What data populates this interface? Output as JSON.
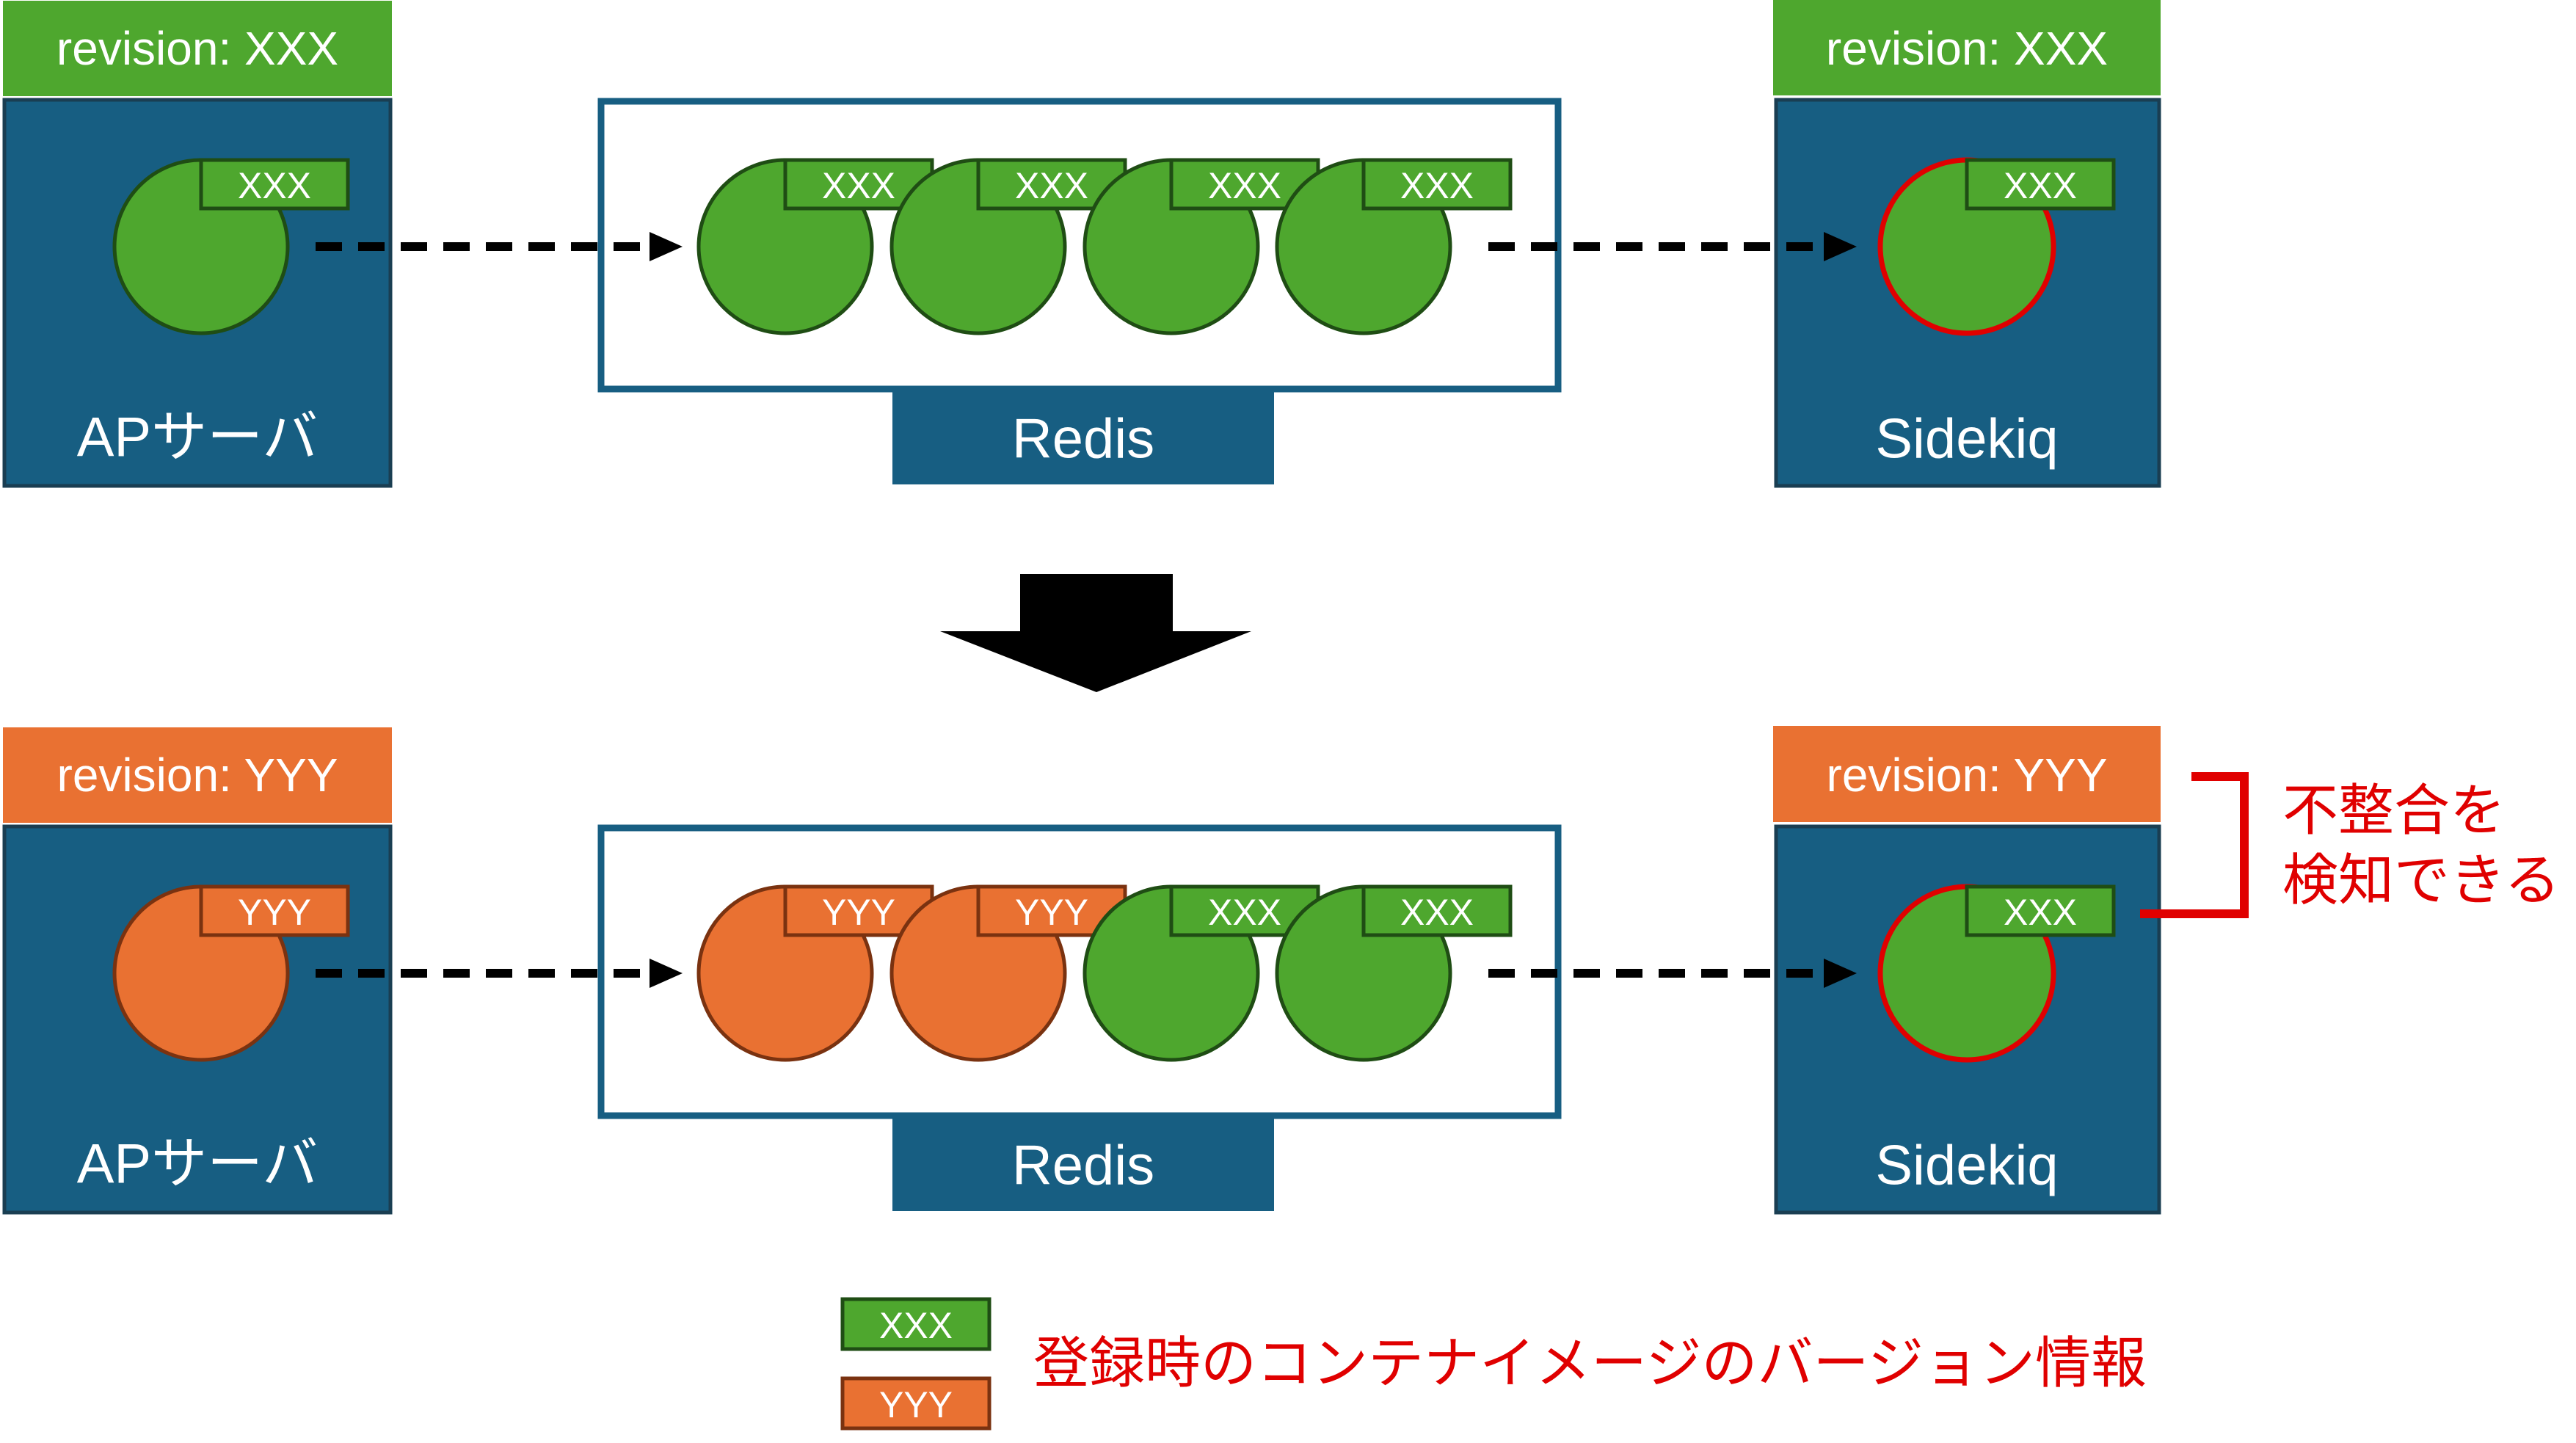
{
  "colors": {
    "navy": "#175E82",
    "green": "#4EA72E",
    "green_dark": "#1F4D14",
    "orange": "#E97132",
    "orange_dark": "#7A3210",
    "red": "#E00000",
    "black": "#000000",
    "white": "#FFFFFF"
  },
  "icons": {
    "transition_arrow": "down-arrow-icon",
    "flow_arrow": "dashed-arrow-icon",
    "bracket": "bracket-icon"
  },
  "before": {
    "ap_server": {
      "revision_label": "revision: XXX",
      "name": "APサーバ",
      "message_tag": "XXX",
      "message_color": "green"
    },
    "redis": {
      "name": "Redis",
      "queue": [
        {
          "tag": "XXX",
          "color": "green"
        },
        {
          "tag": "XXX",
          "color": "green"
        },
        {
          "tag": "XXX",
          "color": "green"
        },
        {
          "tag": "XXX",
          "color": "green"
        }
      ]
    },
    "sidekiq": {
      "revision_label": "revision: XXX",
      "name": "Sidekiq",
      "message_tag": "XXX",
      "message_color": "green"
    }
  },
  "after": {
    "ap_server": {
      "revision_label": "revision: YYY",
      "name": "APサーバ",
      "message_tag": "YYY",
      "message_color": "orange"
    },
    "redis": {
      "name": "Redis",
      "queue": [
        {
          "tag": "YYY",
          "color": "orange"
        },
        {
          "tag": "YYY",
          "color": "orange"
        },
        {
          "tag": "XXX",
          "color": "green"
        },
        {
          "tag": "XXX",
          "color": "green"
        }
      ]
    },
    "sidekiq": {
      "revision_label": "revision: YYY",
      "name": "Sidekiq",
      "message_tag": "XXX",
      "message_color": "green"
    },
    "mismatch_note": [
      "不整合を",
      "検知できる"
    ]
  },
  "legend": {
    "items": [
      {
        "label": "XXX",
        "color": "green"
      },
      {
        "label": "YYY",
        "color": "orange"
      }
    ],
    "description": "登録時のコンテナイメージのバージョン情報"
  }
}
